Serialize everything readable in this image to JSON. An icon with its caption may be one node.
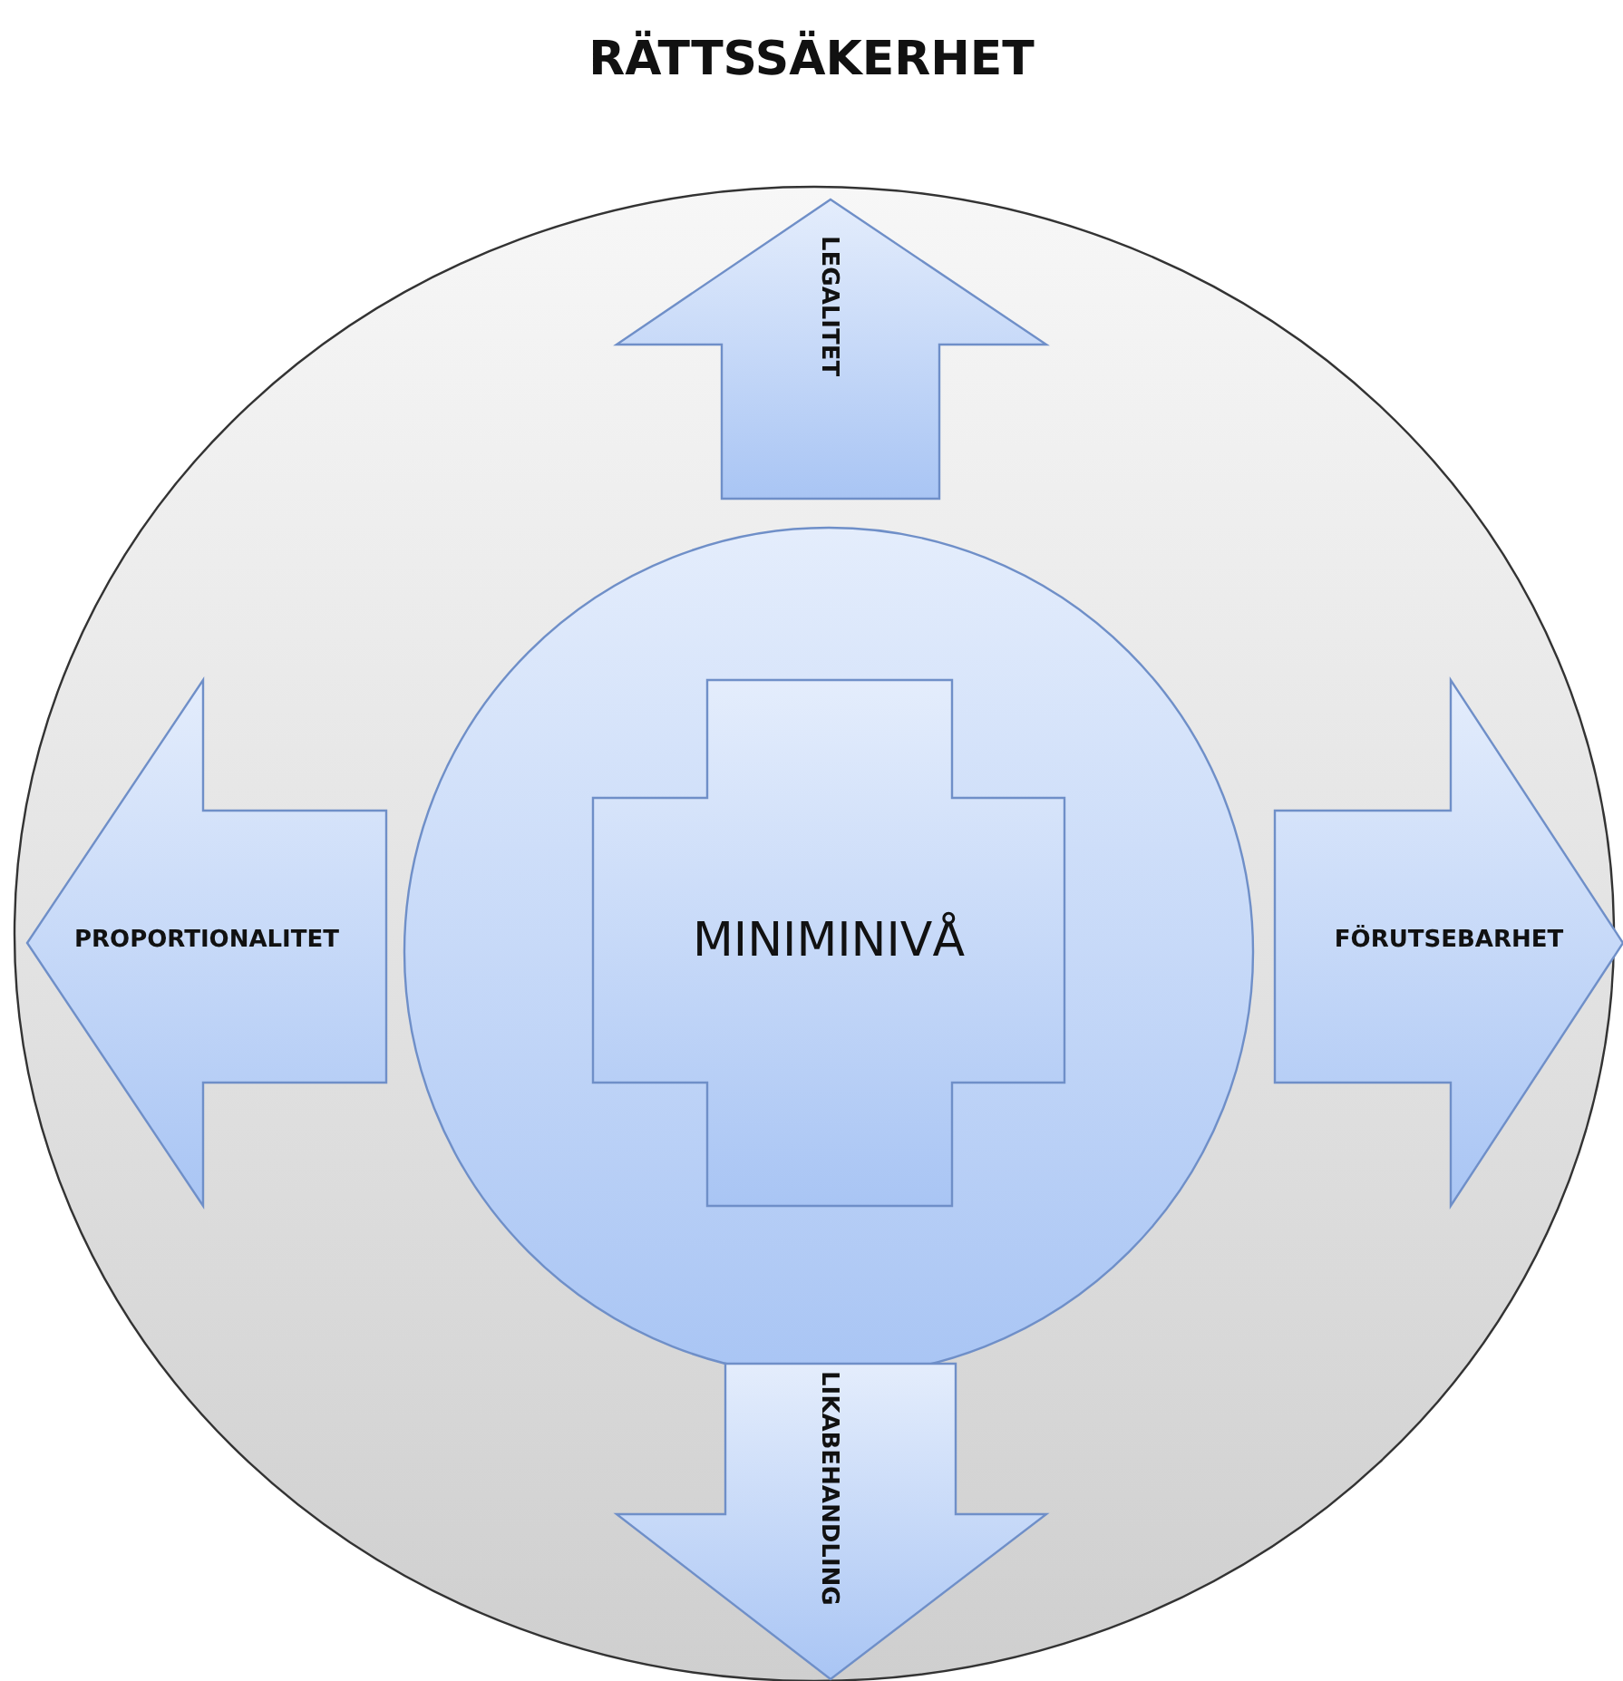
{
  "diagram": {
    "nodes": [
      {
        "text": [
          "RÄTTSSÄKERHET"
        ]
      },
      {
        "text": [],
        "shape": "circle",
        "in": 0
      },
      {
        "text": [
          "MINIMINIVÅ"
        ],
        "in": 1
      },
      {
        "text": [
          "LEGALITET"
        ],
        "in": 0
      },
      {
        "text": [
          "PROPORTIONALITET"
        ],
        "in": 0
      },
      {
        "text": [
          "FÖRUTSEBARHET"
        ],
        "in": 0
      },
      {
        "text": [
          "LIKABEHANDLING"
        ],
        "in": 0
      }
    ]
  }
}
